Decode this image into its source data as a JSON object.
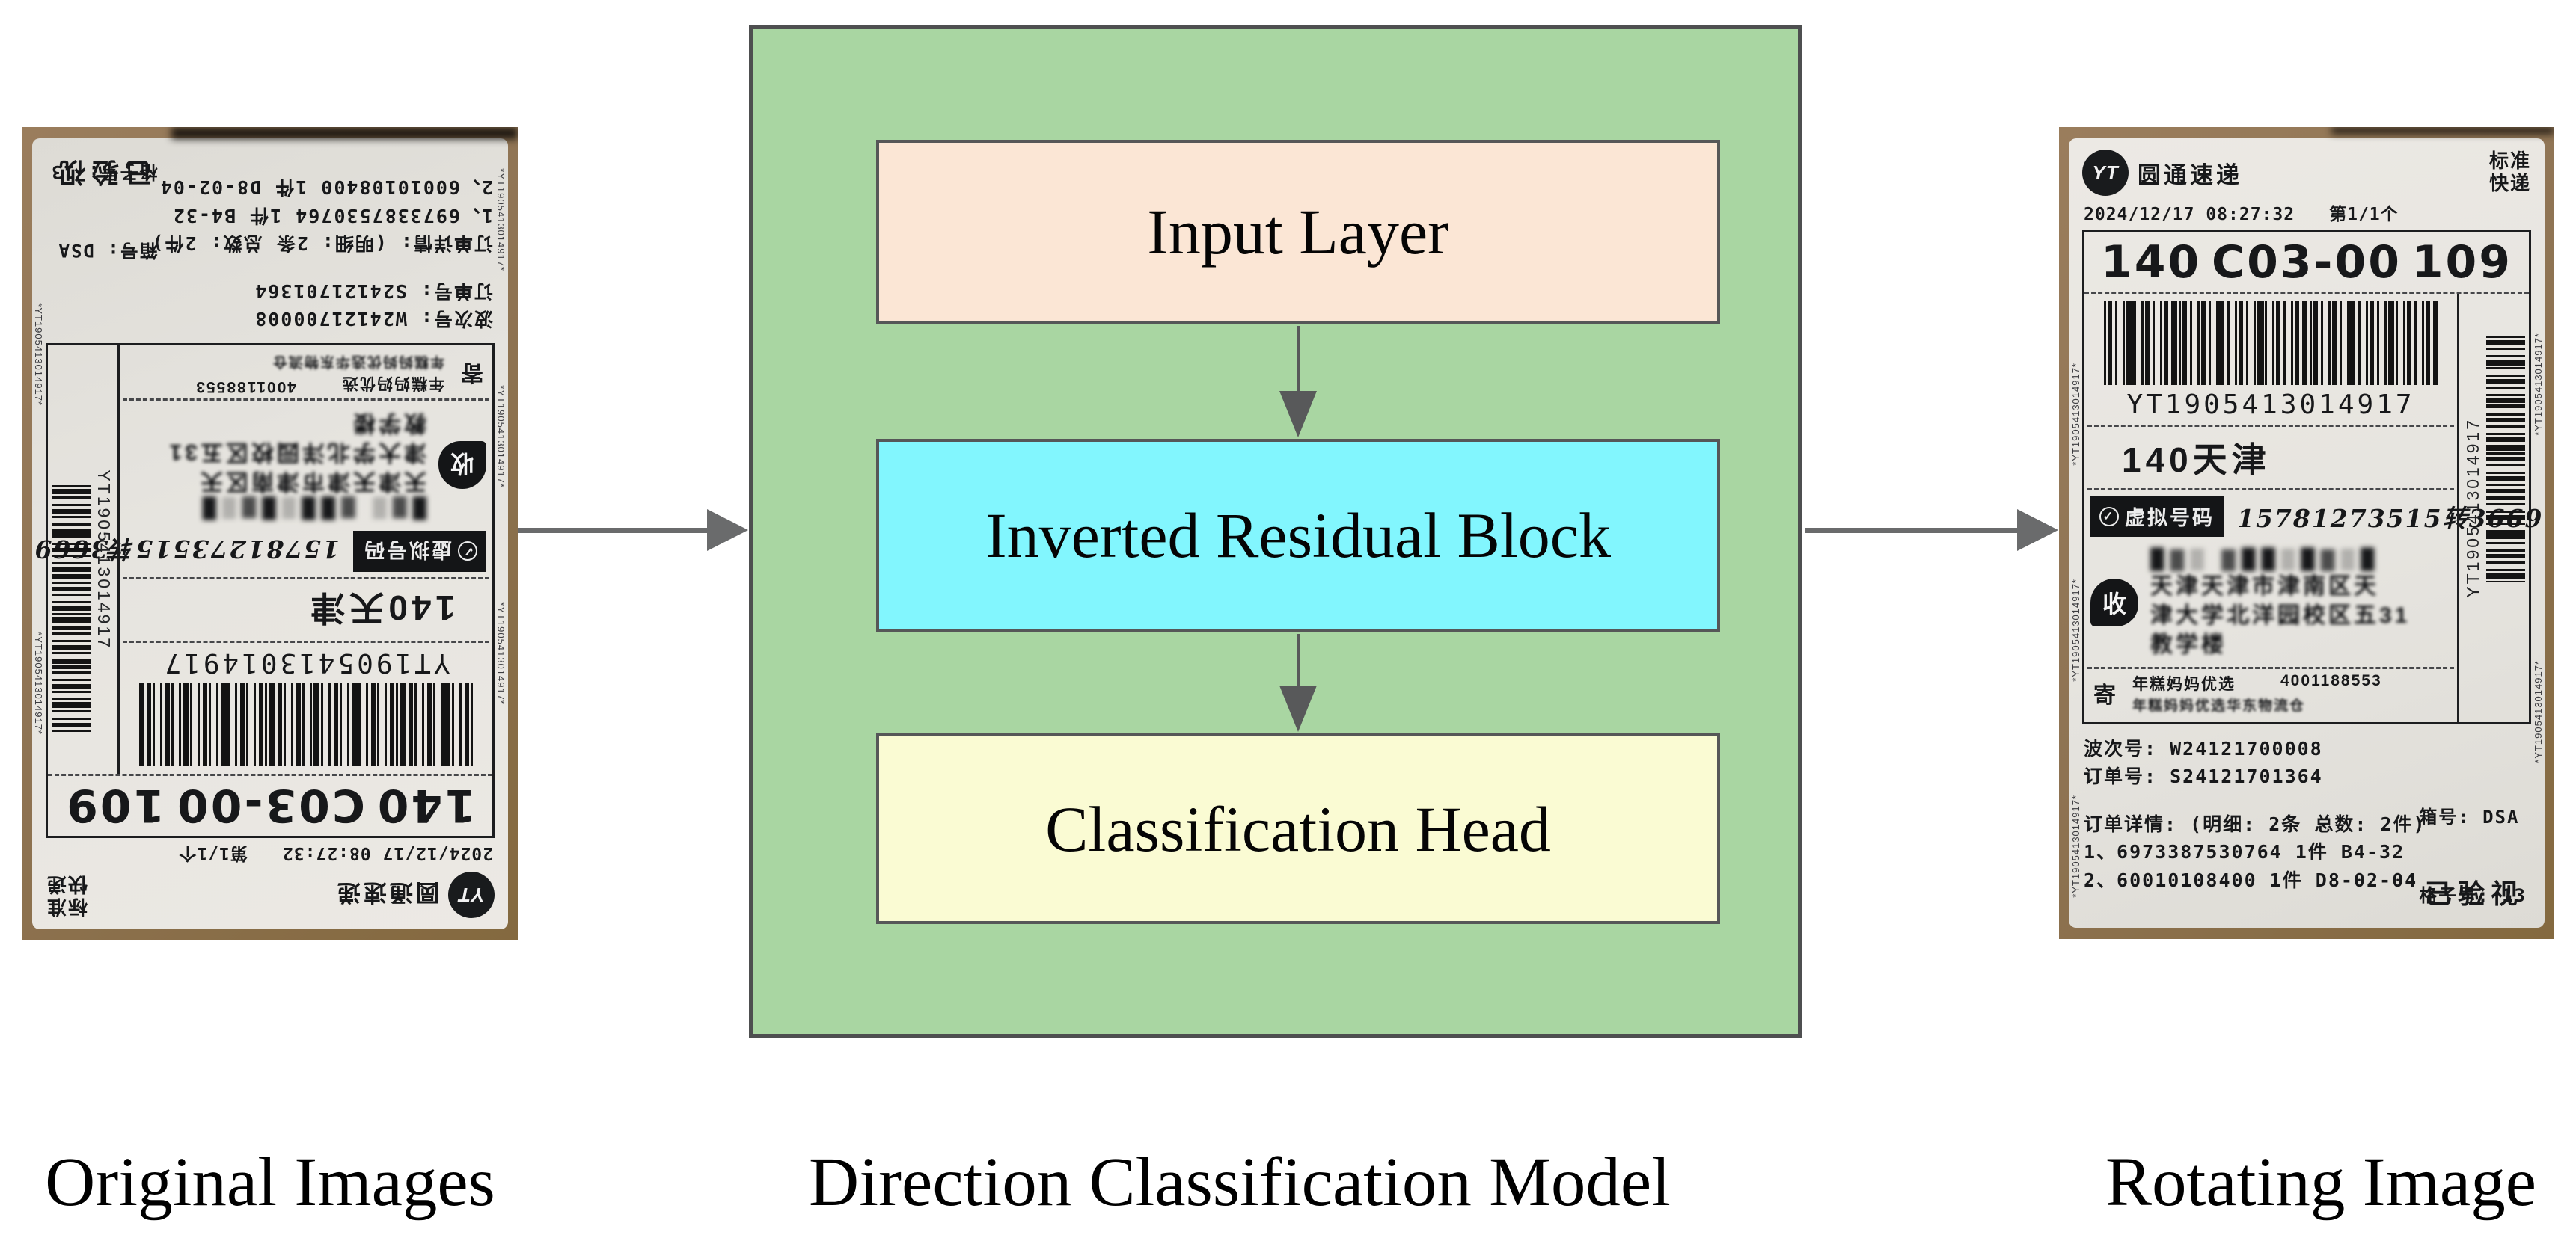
{
  "figure": {
    "captions": {
      "left": "Original Images",
      "middle": "Direction Classification Model",
      "right": "Rotating Image"
    }
  },
  "model": {
    "layers": [
      {
        "label": "Input Layer"
      },
      {
        "label": "Inverted Residual Block"
      },
      {
        "label": "Classification Head"
      }
    ]
  },
  "colors": {
    "model_container": "#a9d6a2",
    "input_layer": "#fbe6d5",
    "inverted_residual_block": "#82f6fe",
    "classification_head": "#fafbd3",
    "box_border": "#565758",
    "arrow": "#6a6b6c",
    "cardboard": "#8f7454",
    "label_paper": "#e8e6e1"
  },
  "label": {
    "logo_text": "YT",
    "brand": "圆通速递",
    "service_type_line1": "标准",
    "service_type_line2": "快递",
    "datetime": "2024/12/17 08:27:32",
    "page_info": "第1/1个",
    "sort_code_left": "140",
    "sort_code_mid": "C03-00",
    "sort_code_right": "109",
    "tracking_number": "YT1905413014917",
    "destination": "140天津",
    "virtual_badge": "虚拟号码",
    "virtual_check": "✓",
    "virtual_number": "15781273515转3669",
    "receiver_icon": "收",
    "receiver_name_masked": "█▓▒ ▓██▒█▓▒█",
    "receiver_line1": "天津天津市津南区天",
    "receiver_line2": "津大学北洋园校区五31",
    "receiver_line3": "教学楼",
    "sender_icon": "寄",
    "sender_line1": "年糕妈妈优选",
    "sender_phone": "4001188553",
    "sender_line2": "年糕妈妈优选华东物流仓",
    "wave_number": "波次号: W24121700008",
    "order_number": "订单号: S24121701364",
    "order_details": "订单详情: (明细: 2条  总数: 2件)",
    "order_item1": "1、6973387530764  1件 B4-32",
    "order_item2": "2、60010108400  1件 D8-02-04",
    "box_number": "箱号: DSA",
    "slot_number": "格子号: 13",
    "inspected": "已验视",
    "edge_text": "*YT1905413014917*",
    "side_tracking": "YT1905413014917"
  }
}
